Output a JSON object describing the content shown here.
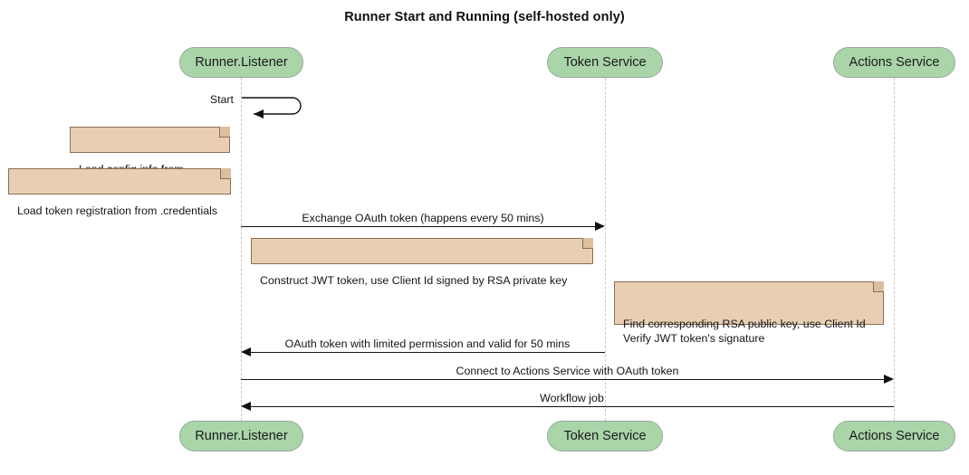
{
  "diagram": {
    "title": "Runner Start and Running (self-hosted only)",
    "type": "sequence-diagram",
    "colors": {
      "actor_fill": "#a9d5a9",
      "actor_border": "#9aa79a",
      "note_fill": "#e8cfb4",
      "note_border": "#8c6f52",
      "lifeline": "#c6c6c6",
      "message": "#121212",
      "background": "#ffffff"
    }
  },
  "participants": [
    {
      "id": "runner",
      "label": "Runner.Listener"
    },
    {
      "id": "token",
      "label": "Token Service"
    },
    {
      "id": "actions",
      "label": "Actions Service"
    }
  ],
  "messages": [
    {
      "id": "m1",
      "label": "Start",
      "from": "runner",
      "to": "runner",
      "kind": "self"
    },
    {
      "id": "m2",
      "label": "Exchange OAuth token (happens every 50 mins)",
      "from": "runner",
      "to": "token",
      "kind": "sync",
      "direction": "right"
    },
    {
      "id": "m3",
      "label": "OAuth token with limited permission and valid for 50 mins",
      "from": "token",
      "to": "runner",
      "kind": "return",
      "direction": "left"
    },
    {
      "id": "m4",
      "label": "Connect to Actions Service with OAuth token",
      "from": "runner",
      "to": "actions",
      "kind": "sync",
      "direction": "right"
    },
    {
      "id": "m5",
      "label": "Workflow job",
      "from": "actions",
      "to": "runner",
      "kind": "return",
      "direction": "left"
    }
  ],
  "notes": [
    {
      "id": "n1",
      "text": "Load config info from .runner"
    },
    {
      "id": "n2",
      "text": "Load token registration from .credentials"
    },
    {
      "id": "n3",
      "text": "Construct JWT token, use Client Id signed by RSA private key"
    },
    {
      "id": "n4",
      "text": "Find corresponding RSA public key, use Client Id\nVerify JWT token's signature"
    }
  ]
}
